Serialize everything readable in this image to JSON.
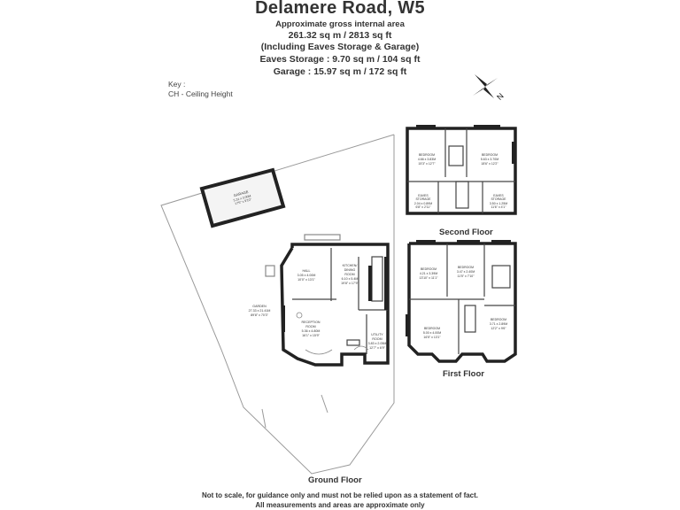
{
  "header": {
    "title": "Delamere Road, W5",
    "subtitle": "Approximate gross internal area",
    "area_total": "261.32 sq m /  2813 sq ft",
    "including": "(Including Eaves Storage & Garage)",
    "eaves": "Eaves Storage : 9.70 sq m /  104 sq ft",
    "garage": "Garage : 15.97 sq m /  172 sq ft"
  },
  "key": {
    "title": "Key :",
    "item": "CH - Ceiling Height"
  },
  "compass": {
    "icon": "compass-rose-icon",
    "label": "N"
  },
  "floors": {
    "ground": "Ground Floor",
    "first": "First Floor",
    "second": "Second Floor"
  },
  "rooms": {
    "garage": {
      "name": "GARAGE",
      "size": "5.31 x 3.00M",
      "imperial": "17'5\" x 9'10\""
    },
    "hall": {
      "name": "HALL",
      "size": "3.05 x 4.00M",
      "imperial": "10'0\" x 13'1\""
    },
    "kitchen": {
      "name": "KITCHEN/",
      "name2": "DINING",
      "name3": "ROOM",
      "size": "6.10 x 5.4M",
      "imperial": "19'8\" x 17'9\""
    },
    "garden": {
      "name": "GARDEN",
      "size": "27.33 x 21.41M",
      "imperial": "89'8\" x 70'3\""
    },
    "reception": {
      "name": "RECEPTION",
      "name2": "ROOM",
      "size": "5.36 x 4.80M",
      "imperial": "16'1\" x 15'9\""
    },
    "utility": {
      "name": "UTILITY",
      "name2": "ROOM",
      "size": "3.83 x 2.05M",
      "imperial": "12'7\" x 6'9\""
    },
    "bedroom_s1": {
      "name": "BEDROOM",
      "size": "4.66 x 3.83M",
      "imperial": "15'3\" x 12'7\""
    },
    "bedroom_s2": {
      "name": "BEDROOM",
      "size": "5.63 x 3.70M",
      "imperial": "18'6\" x 12'2\""
    },
    "eaves_l": {
      "name": "EAVES",
      "name2": "STORAGE",
      "size": "2.04 x 0.89M",
      "imperial": "6'8\" x 2'11\""
    },
    "eaves_r": {
      "name": "EAVES",
      "name2": "STORAGE",
      "size": "3.50 x 1.25M",
      "imperial": "11'6\" x 4'1\""
    },
    "bedroom_f1": {
      "name": "BEDROOM",
      "size": "4.21 x 3.39M",
      "imperial": "13'10\" x 11'1\""
    },
    "bedroom_f2": {
      "name": "BEDROOM",
      "size": "3.47 x 2.40M",
      "imperial": "11'5\" x 7'10\""
    },
    "bedroom_f3": {
      "name": "BEDROOM",
      "size": "5.00 x 4.00M",
      "imperial": "16'5\" x 13'1\""
    },
    "bedroom_f4": {
      "name": "BEDROOM",
      "size": "3.71 x 2.89M",
      "imperial": "12'2\" x 9'6\""
    }
  },
  "footer": {
    "line1": "Not to scale, for guidance only and must not be relied upon as a statement of fact.",
    "line2": "All measurements and areas are approximate only"
  }
}
